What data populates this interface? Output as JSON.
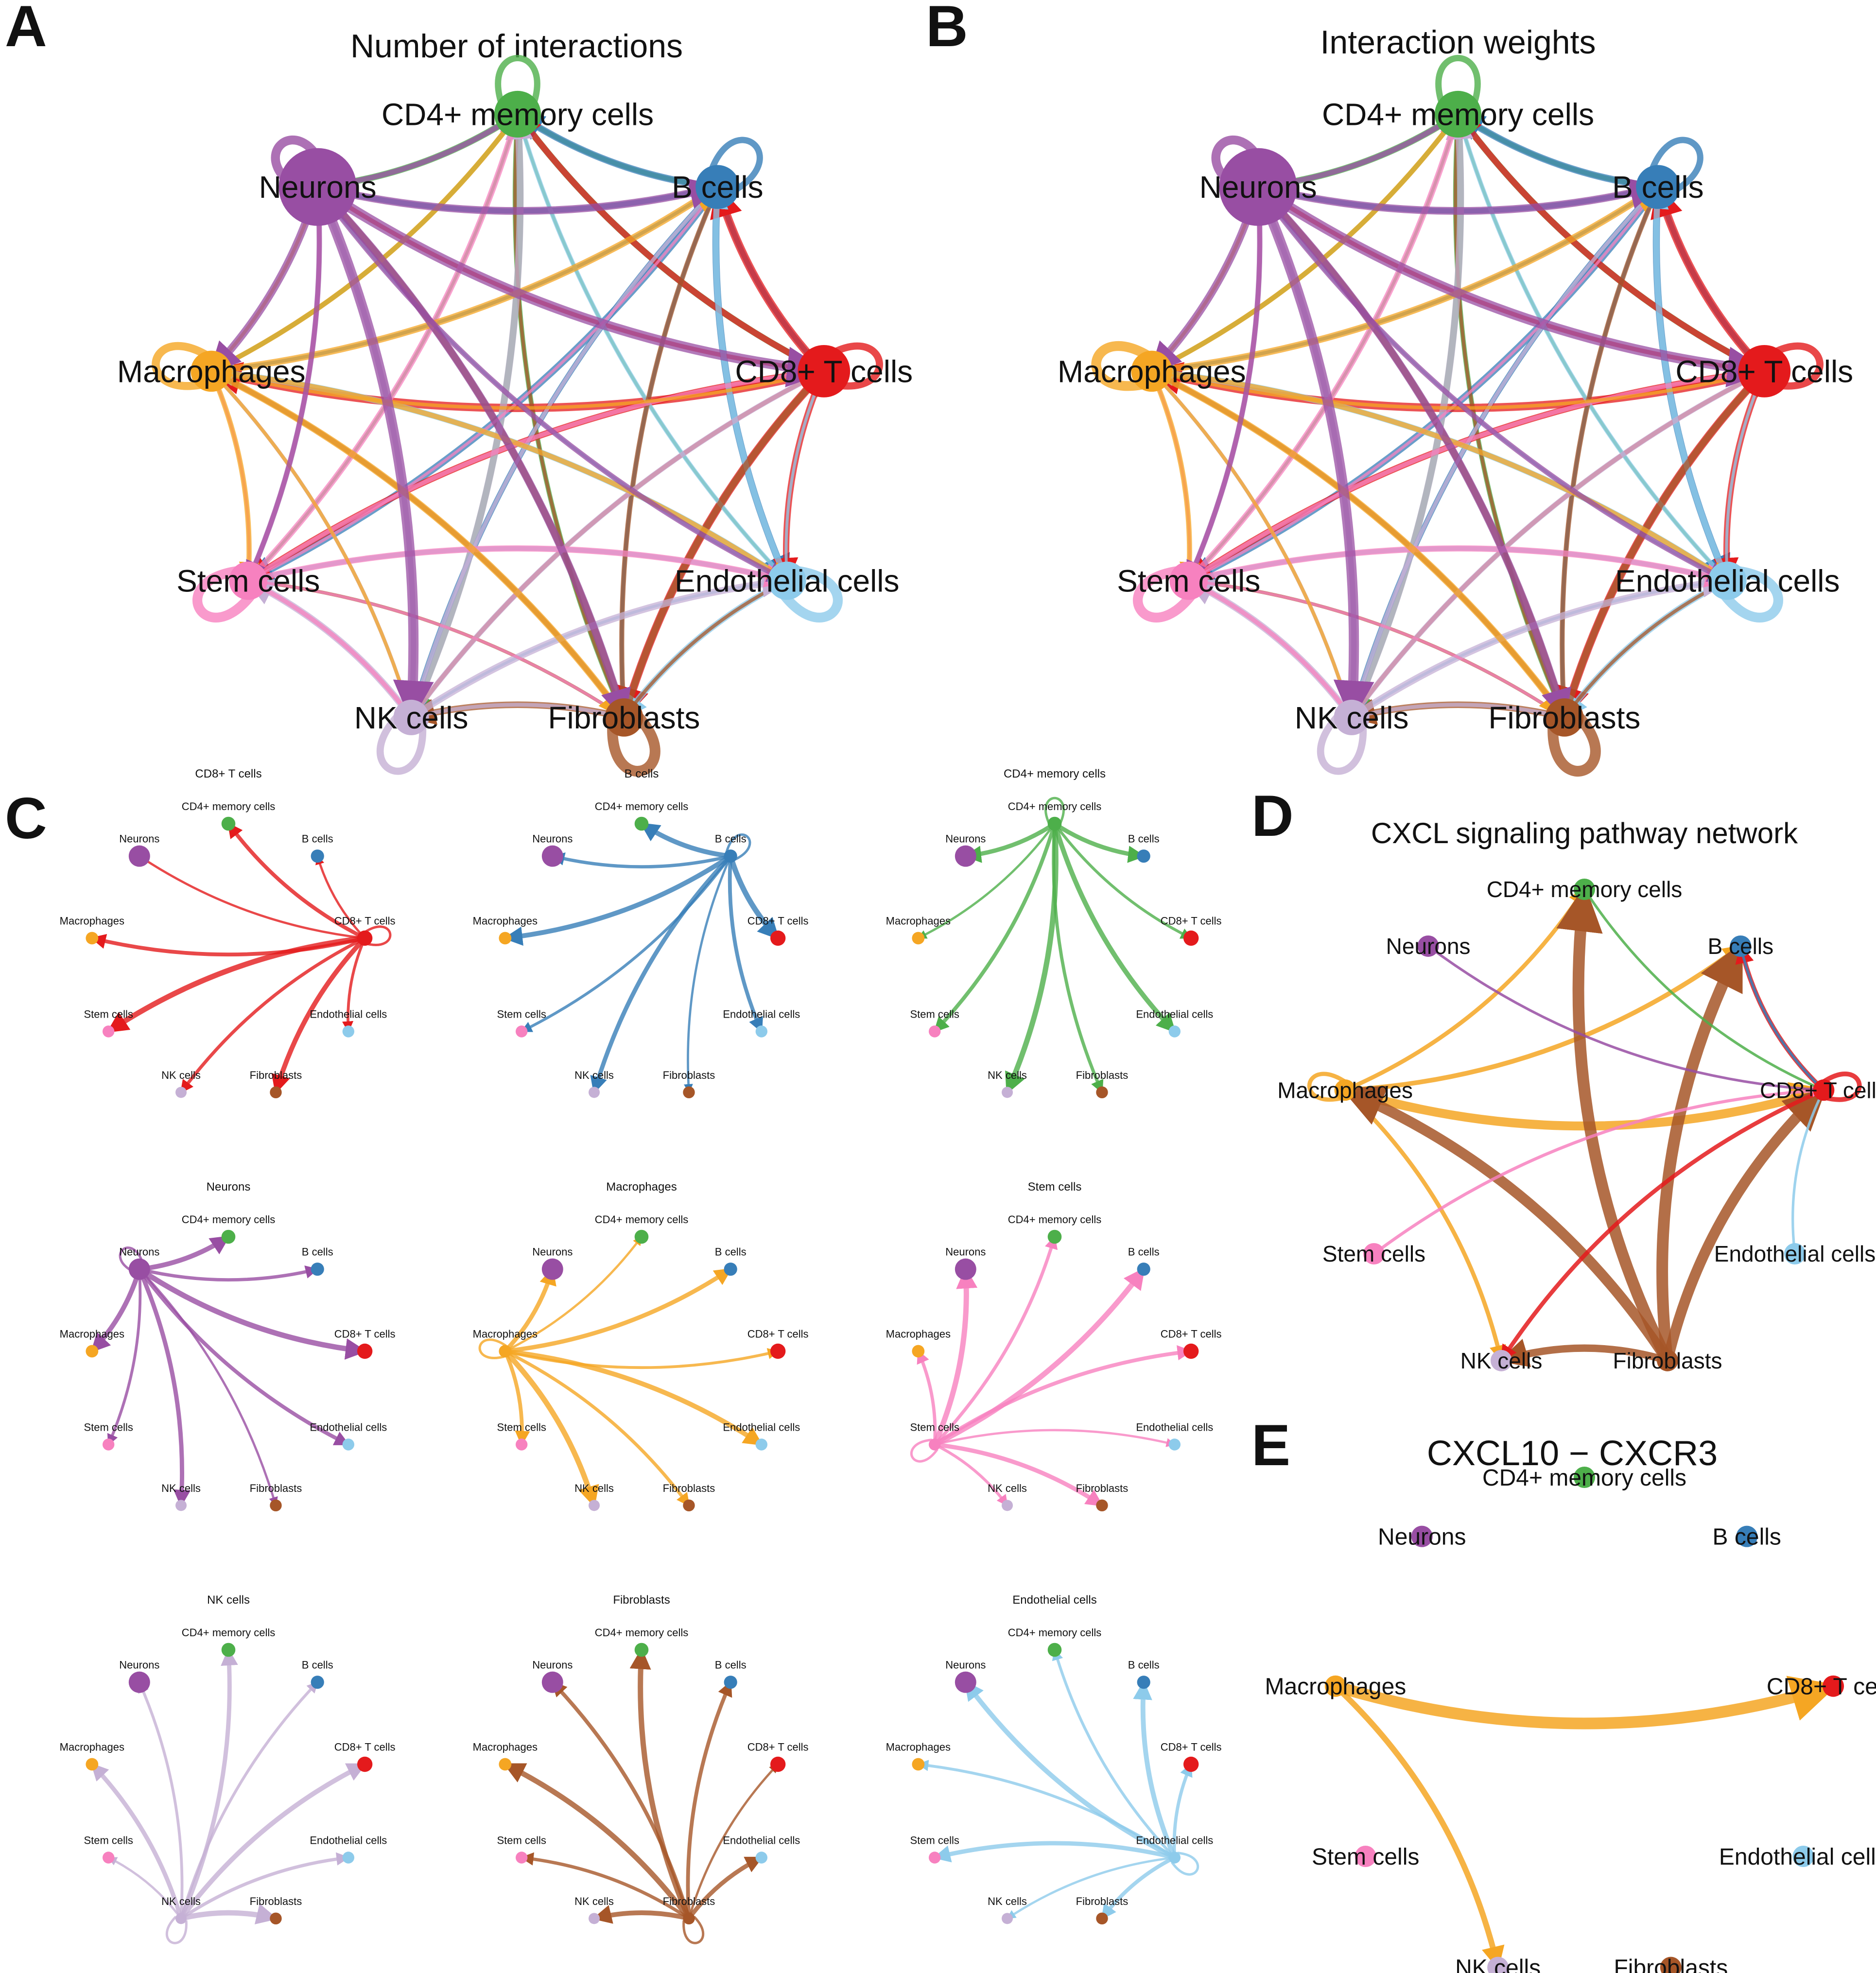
{
  "cell_types": [
    {
      "name": "CD4+ memory cells",
      "color": "#4DAF4A"
    },
    {
      "name": "B cells",
      "color": "#377EB8"
    },
    {
      "name": "CD8+ T cells",
      "color": "#E41A1C"
    },
    {
      "name": "Endothelial cells",
      "color": "#8DCBEB"
    },
    {
      "name": "Fibroblasts",
      "color": "#A65628"
    },
    {
      "name": "NK cells",
      "color": "#C5B0D5"
    },
    {
      "name": "Stem cells",
      "color": "#F781BF"
    },
    {
      "name": "Macrophages",
      "color": "#F5A623"
    },
    {
      "name": "Neurons",
      "color": "#984EA3"
    }
  ],
  "panels": {
    "A": {
      "letter": "A",
      "title": "Number of interactions"
    },
    "B": {
      "letter": "B",
      "title": "Interaction weights"
    },
    "C": {
      "letter": "C",
      "subplots": [
        {
          "title": "CD8+ T cells",
          "source": 2
        },
        {
          "title": "B cells",
          "source": 1
        },
        {
          "title": "CD4+ memory cells",
          "source": 0
        },
        {
          "title": "Neurons",
          "source": 8
        },
        {
          "title": "Macrophages",
          "source": 7
        },
        {
          "title": "Stem cells",
          "source": 6
        },
        {
          "title": "NK cells",
          "source": 5
        },
        {
          "title": "Fibroblasts",
          "source": 4
        },
        {
          "title": "Endothelial cells",
          "source": 3
        }
      ]
    },
    "D": {
      "letter": "D",
      "title": "CXCL signaling pathway network"
    },
    "E": {
      "letter": "E",
      "title": "CXCL10 − CXCR3"
    }
  },
  "network_A": {
    "node_weights": [
      0.45,
      0.4,
      0.55,
      0.3,
      0.3,
      0.25,
      0.3,
      0.35,
      1.0
    ],
    "self_loops": [
      0.5,
      0.5,
      0.6,
      0.9,
      1.0,
      0.6,
      0.9,
      0.7,
      0.8
    ]
  },
  "network_B": {
    "node_weights": [
      0.45,
      0.4,
      0.55,
      0.3,
      0.3,
      0.25,
      0.3,
      0.35,
      1.0
    ],
    "self_loops": [
      0.5,
      0.5,
      0.6,
      0.9,
      1.0,
      0.6,
      0.9,
      0.9,
      0.8
    ]
  },
  "network_D": {
    "edges": [
      {
        "from": 7,
        "to": 2,
        "w": 0.75
      },
      {
        "from": 7,
        "to": 1,
        "w": 0.35
      },
      {
        "from": 7,
        "to": 0,
        "w": 0.3
      },
      {
        "from": 7,
        "to": 5,
        "w": 0.3
      },
      {
        "from": 7,
        "to": 7,
        "w": 0.3
      },
      {
        "from": 4,
        "to": 0,
        "w": 1.0
      },
      {
        "from": 4,
        "to": 1,
        "w": 1.0
      },
      {
        "from": 4,
        "to": 2,
        "w": 0.9
      },
      {
        "from": 4,
        "to": 7,
        "w": 0.9
      },
      {
        "from": 4,
        "to": 5,
        "w": 0.6
      },
      {
        "from": 2,
        "to": 1,
        "w": 0.35
      },
      {
        "from": 2,
        "to": 5,
        "w": 0.3
      },
      {
        "from": 2,
        "to": 2,
        "w": 0.35
      },
      {
        "from": 6,
        "to": 2,
        "w": 0.2
      },
      {
        "from": 8,
        "to": 2,
        "w": 0.15
      },
      {
        "from": 0,
        "to": 2,
        "w": 0.15
      },
      {
        "from": 1,
        "to": 2,
        "w": 0.15
      },
      {
        "from": 3,
        "to": 2,
        "w": 0.15
      }
    ]
  },
  "network_E": {
    "edges": [
      {
        "from": 7,
        "to": 2,
        "w": 1.0
      },
      {
        "from": 7,
        "to": 5,
        "w": 0.45
      }
    ]
  }
}
